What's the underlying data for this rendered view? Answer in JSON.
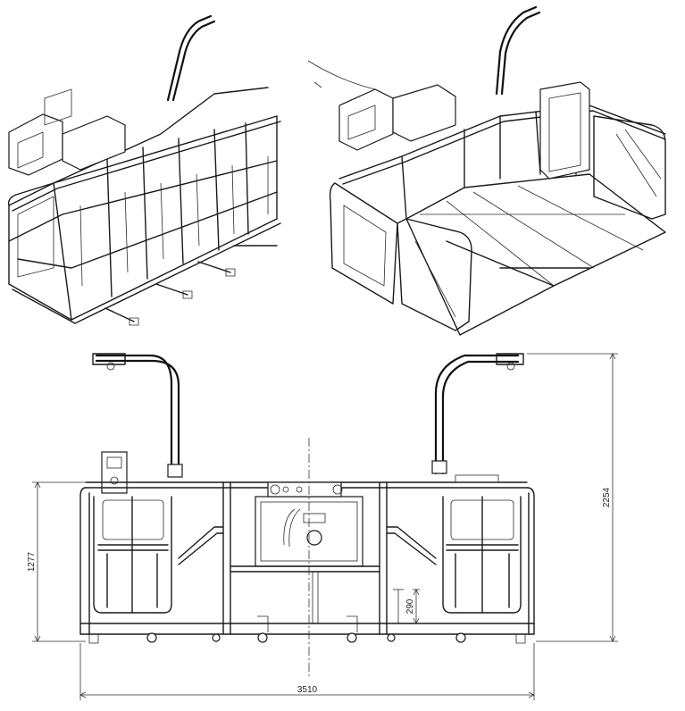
{
  "dimensions": {
    "total_width": "3510",
    "total_height": "2254",
    "rail_height": "1277",
    "step_height": "290"
  }
}
